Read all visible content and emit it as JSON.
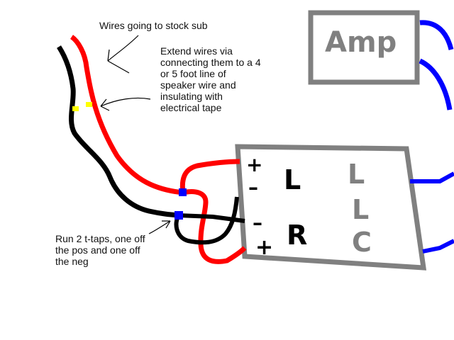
{
  "labels": {
    "wires_to_stock_sub": "Wires going to stock sub",
    "extend_wires": "Extend wires via\nconnecting them to a 4\nor 5 foot line of\nspeaker wire and\ninsulating with\nelectrical tape",
    "run_t_taps": "Run 2 t-taps, one off\nthe pos and one off\nthe neg"
  },
  "amp_box": {
    "text": "Amp"
  },
  "converter_box": {
    "plus_top": "+",
    "minus_top": "–",
    "minus_bottom": "–",
    "plus_bottom": "+",
    "left_channel": "L",
    "right_channel": "R",
    "output_glyphs": [
      "L",
      "L",
      "C"
    ]
  },
  "colors": {
    "positive_wire": "#ff0000",
    "negative_wire": "#000000",
    "output_wire": "#0000ff",
    "box_outline": "#808080",
    "tape_marker": "#ffff00",
    "t_tap": "#0000ff"
  }
}
